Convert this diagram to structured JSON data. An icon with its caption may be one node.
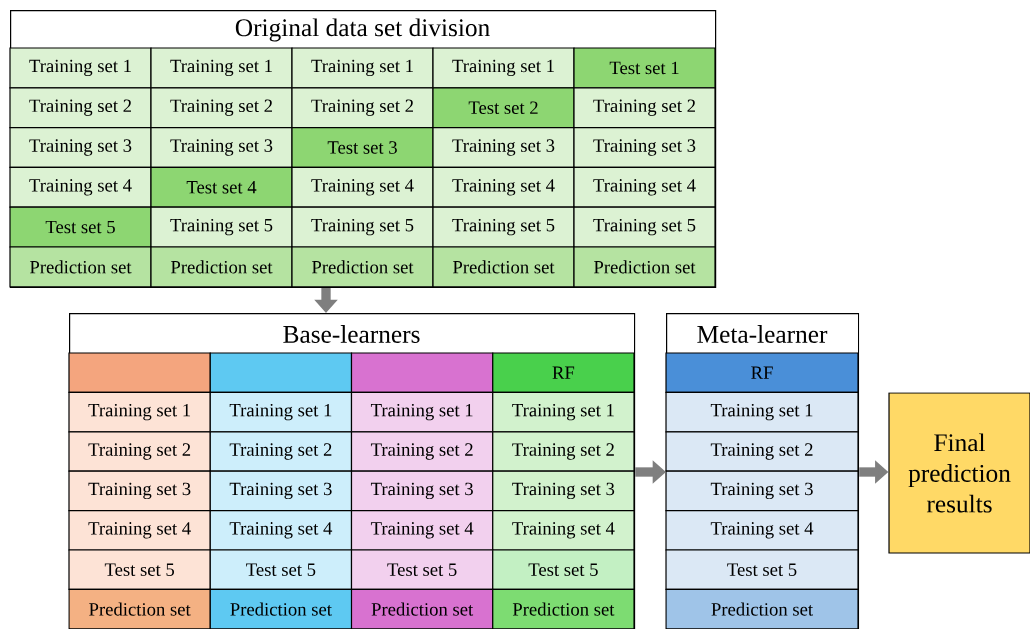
{
  "diagram": {
    "nodes": [
      {
        "text": [
          "Original data set division"
        ]
      },
      {
        "text": [
          "Training set 1"
        ],
        "in": 0
      },
      {
        "text": [
          "Training set 1"
        ],
        "in": 0
      },
      {
        "text": [
          "Training set 1"
        ],
        "in": 0
      },
      {
        "text": [
          "Training set 1"
        ],
        "in": 0
      },
      {
        "text": [
          "Test set 1"
        ],
        "in": 0
      },
      {
        "text": [
          "Training set 2"
        ],
        "in": 0
      },
      {
        "text": [
          "Training set 2"
        ],
        "in": 0
      },
      {
        "text": [
          "Training set 2"
        ],
        "in": 0
      },
      {
        "text": [
          "Test set 2"
        ],
        "in": 0
      },
      {
        "text": [
          "Training set 2"
        ],
        "in": 0
      },
      {
        "text": [
          "Training set 3"
        ],
        "in": 0
      },
      {
        "text": [
          "Training set 3"
        ],
        "in": 0
      },
      {
        "text": [
          "Test set 3"
        ],
        "in": 0
      },
      {
        "text": [
          "Training set 3"
        ],
        "in": 0
      },
      {
        "text": [
          "Training set 3"
        ],
        "in": 0
      },
      {
        "text": [
          "Training set 4"
        ],
        "in": 0
      },
      {
        "text": [
          "Test set 4"
        ],
        "in": 0
      },
      {
        "text": [
          "Training set 4"
        ],
        "in": 0
      },
      {
        "text": [
          "Training set 4"
        ],
        "in": 0
      },
      {
        "text": [
          "Training set 4"
        ],
        "in": 0
      },
      {
        "text": [
          "Test set 5"
        ],
        "in": 0
      },
      {
        "text": [
          "Training set 5"
        ],
        "in": 0
      },
      {
        "text": [
          "Training set 5"
        ],
        "in": 0
      },
      {
        "text": [
          "Training set 5"
        ],
        "in": 0
      },
      {
        "text": [
          "Training set 5"
        ],
        "in": 0
      },
      {
        "text": [
          "Prediction set"
        ],
        "in": 0
      },
      {
        "text": [
          "Prediction set"
        ],
        "in": 0
      },
      {
        "text": [
          "Prediction set"
        ],
        "in": 0
      },
      {
        "text": [
          "Prediction set"
        ],
        "in": 0
      },
      {
        "text": [
          "Prediction set"
        ],
        "in": 0
      },
      {
        "text": [
          "Base-learners"
        ]
      },
      {
        "text": [],
        "shape": "box",
        "in": 31
      },
      {
        "text": [],
        "shape": "box",
        "in": 31
      },
      {
        "text": [],
        "shape": "box",
        "in": 31
      },
      {
        "text": [
          "RF"
        ],
        "in": 31
      },
      {
        "text": [
          "Training set 1"
        ],
        "in": 31
      },
      {
        "text": [
          "Training set 1"
        ],
        "in": 31
      },
      {
        "text": [
          "Training set 1"
        ],
        "in": 31
      },
      {
        "text": [
          "Training set 1"
        ],
        "in": 31
      },
      {
        "text": [
          "Training set 2"
        ],
        "in": 31
      },
      {
        "text": [
          "Training set 2"
        ],
        "in": 31
      },
      {
        "text": [
          "Training set 2"
        ],
        "in": 31
      },
      {
        "text": [
          "Training set 2"
        ],
        "in": 31
      },
      {
        "text": [
          "Training set 3"
        ],
        "in": 31
      },
      {
        "text": [
          "Training set 3"
        ],
        "in": 31
      },
      {
        "text": [
          "Training set 3"
        ],
        "in": 31
      },
      {
        "text": [
          "Training set 3"
        ],
        "in": 31
      },
      {
        "text": [
          "Training set 4"
        ],
        "in": 31
      },
      {
        "text": [
          "Training set 4"
        ],
        "in": 31
      },
      {
        "text": [
          "Training set 4"
        ],
        "in": 31
      },
      {
        "text": [
          "Training set 4"
        ],
        "in": 31
      },
      {
        "text": [
          "Test set 5"
        ],
        "in": 31
      },
      {
        "text": [
          "Test set 5"
        ],
        "in": 31
      },
      {
        "text": [
          "Test set 5"
        ],
        "in": 31
      },
      {
        "text": [
          "Test set 5"
        ],
        "in": 31
      },
      {
        "text": [
          "Prediction set"
        ],
        "in": 31
      },
      {
        "text": [
          "Prediction set"
        ],
        "in": 31
      },
      {
        "text": [
          "Prediction set"
        ],
        "in": 31
      },
      {
        "text": [
          "Prediction set"
        ],
        "in": 31
      },
      {
        "text": [
          "Meta-learner"
        ]
      },
      {
        "text": [
          "RF"
        ],
        "in": 60
      },
      {
        "text": [
          "Training set 1"
        ],
        "in": 60
      },
      {
        "text": [
          "Training set 2"
        ],
        "in": 60
      },
      {
        "text": [
          "Training set 3"
        ],
        "in": 60
      },
      {
        "text": [
          "Training set 4"
        ],
        "in": 60
      },
      {
        "text": [
          "Test set 5"
        ],
        "in": 60
      },
      {
        "text": [
          "Prediction set"
        ],
        "in": 60
      },
      {
        "text": [
          "Final prediction results"
        ]
      }
    ],
    "edges": [
      {
        "from": 0,
        "to": 31,
        "arrow": "to"
      },
      {
        "from": 31,
        "to": 60,
        "arrow": "to"
      },
      {
        "from": 60,
        "to": 68,
        "arrow": "to"
      }
    ]
  }
}
